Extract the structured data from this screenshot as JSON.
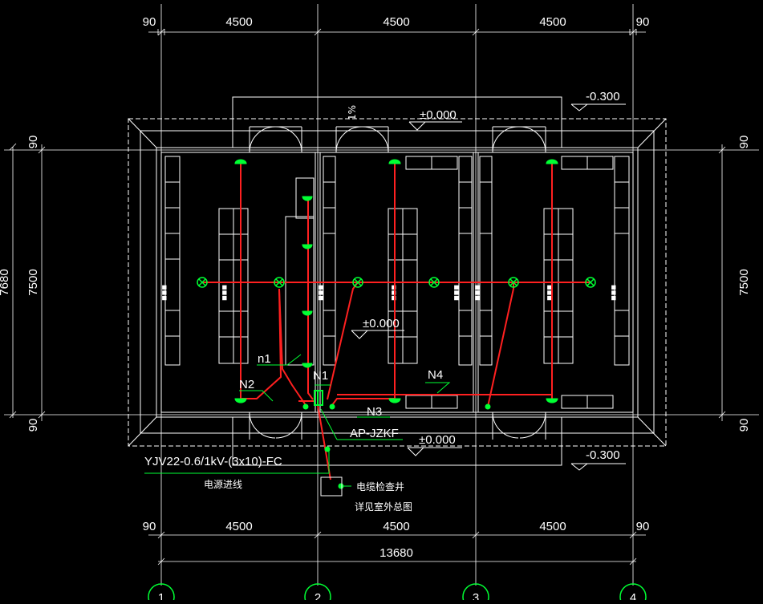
{
  "colors": {
    "background": "#000000",
    "grid": "#ffffff",
    "wall": "#ffffff",
    "wiring": "#ff2020",
    "fixture": "#00ff33",
    "leader": "#00ff33",
    "text": "#ffffff"
  },
  "dimensions": {
    "top": [
      "90",
      "4500",
      "4500",
      "4500",
      "90"
    ],
    "bottom": [
      "90",
      "4500",
      "4500",
      "4500",
      "90"
    ],
    "total": "13680",
    "left_inner": [
      "90",
      "7500",
      "90"
    ],
    "left_total": "7680",
    "right": [
      "90",
      "7500",
      "90"
    ]
  },
  "levels": {
    "top_right": "-0.300",
    "bottom_right": "-0.300",
    "top_center": "±0.000",
    "middle": "±0.000",
    "bottom_center": "±0.000",
    "slope": "1%"
  },
  "circuits": {
    "n1": "n1",
    "N1": "N1",
    "N2": "N2",
    "N3": "N3",
    "N4": "N4",
    "panel": "AP-JZKF"
  },
  "annotations": {
    "cable_spec": "YJV22-0.6/1kV-(3x10)-FC",
    "power_inlet": "电源进线",
    "cable_well": "电缆检查井",
    "see_outdoor": "详见室外总图"
  },
  "axes": [
    "1",
    "2",
    "3",
    "4"
  ]
}
